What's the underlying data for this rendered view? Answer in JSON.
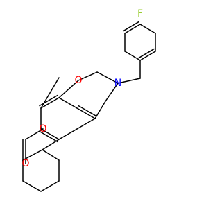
{
  "atoms": {
    "fluorine": "F",
    "nitrogen": "N",
    "oxazine_oxygen": "O",
    "lactone_ring_oxygen": "O",
    "carbonyl_oxygen": "O"
  },
  "colors": {
    "bond": "#000000",
    "oxygen": "#ff0000",
    "nitrogen": "#0000ff",
    "fluorine": "#9acd32",
    "background": "#ffffff"
  }
}
